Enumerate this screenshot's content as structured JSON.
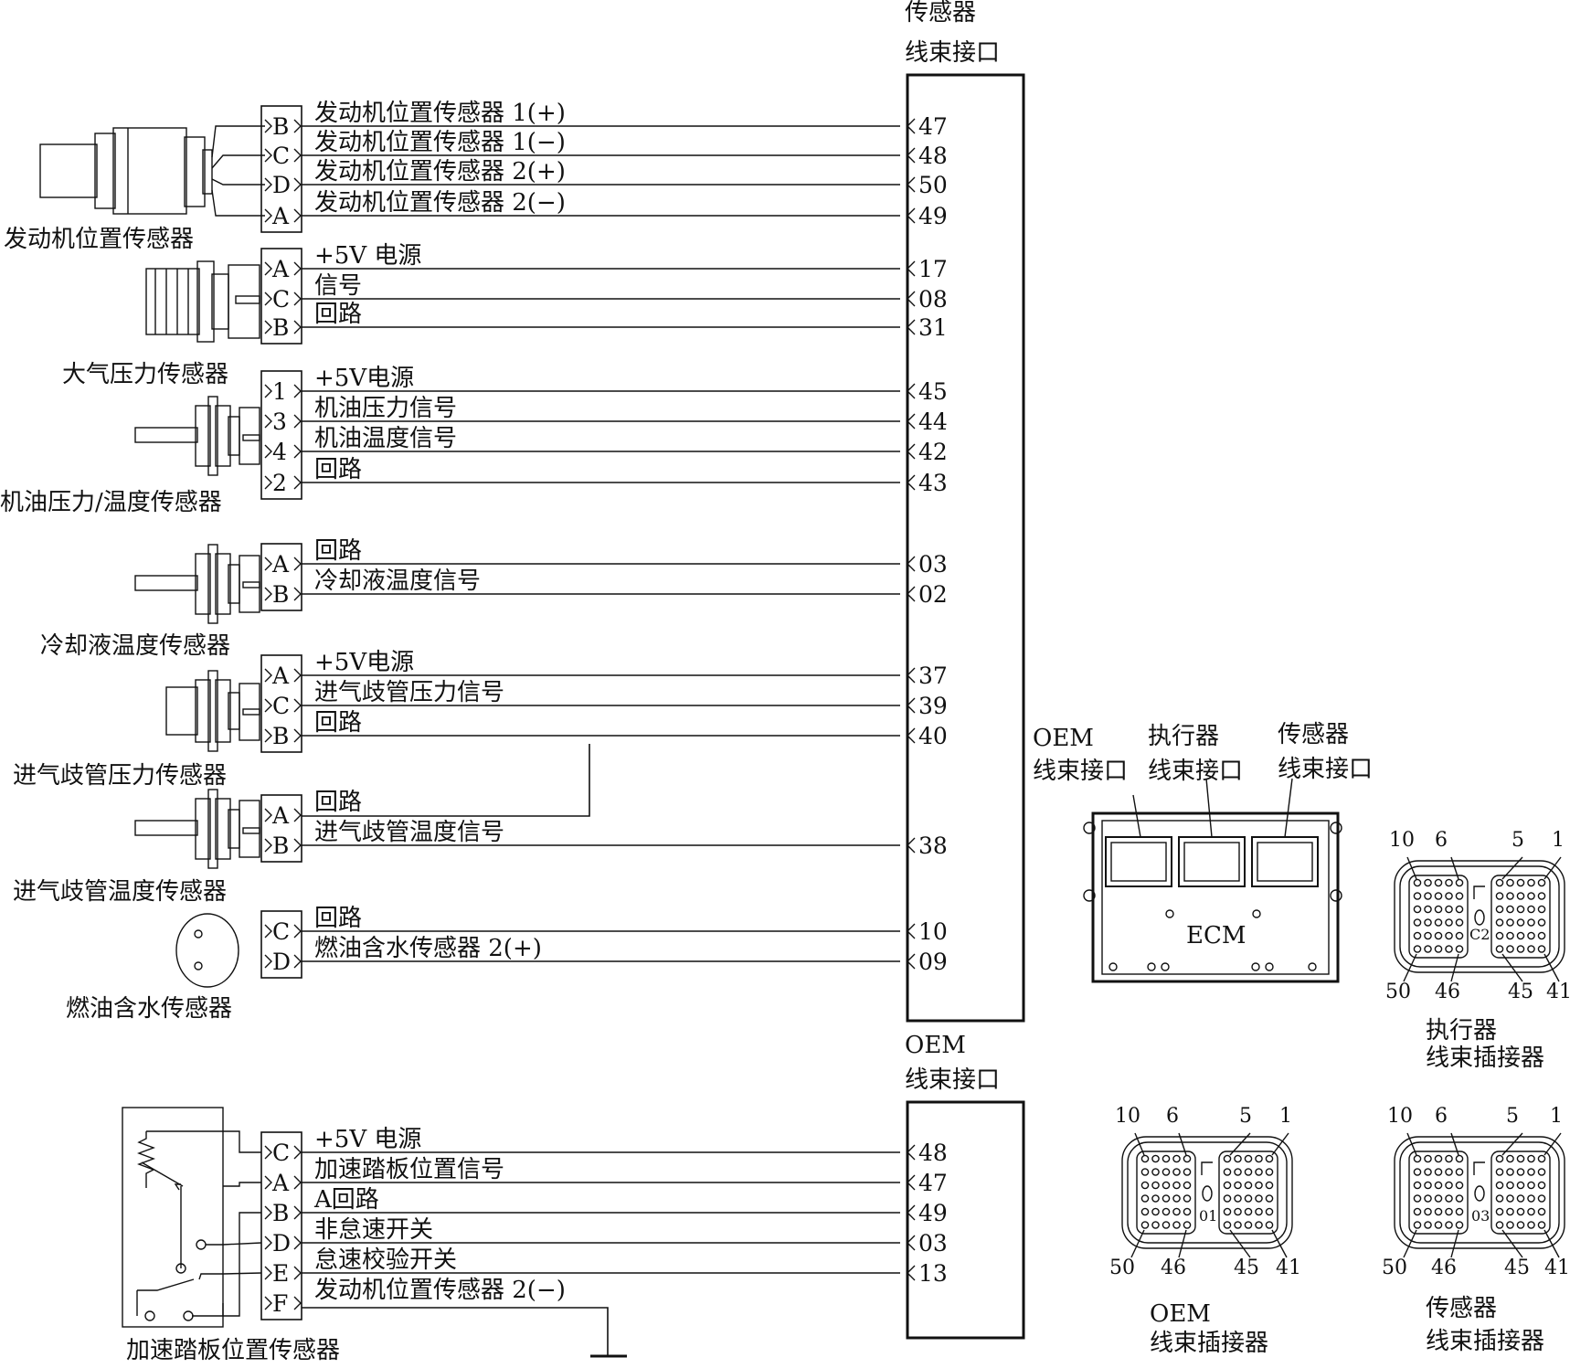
{
  "sensor_header": {
    "line1": "传感器",
    "line2": "线束接口"
  },
  "oem_header": {
    "line1": "OEM",
    "line2": "线束接口"
  },
  "sensors": [
    {
      "name": "发动机位置传感器",
      "wires": [
        {
          "port": "B",
          "label": "发动机位置传感器 1(+)",
          "pin": "47"
        },
        {
          "port": "C",
          "label": "发动机位置传感器 1(−)",
          "pin": "48"
        },
        {
          "port": "D",
          "label": "发动机位置传感器 2(+)",
          "pin": "50"
        },
        {
          "port": "A",
          "label": "发动机位置传感器 2(−)",
          "pin": "49"
        }
      ]
    },
    {
      "name": "大气压力传感器",
      "wires": [
        {
          "port": "A",
          "label": "+5V 电源",
          "pin": "17"
        },
        {
          "port": "C",
          "label": "信号",
          "pin": "08"
        },
        {
          "port": "B",
          "label": "回路",
          "pin": "31"
        }
      ]
    },
    {
      "name": "机油压力/温度传感器",
      "wires": [
        {
          "port": "1",
          "label": "+5V电源",
          "pin": "45"
        },
        {
          "port": "3",
          "label": "机油压力信号",
          "pin": "44"
        },
        {
          "port": "4",
          "label": "机油温度信号",
          "pin": "42"
        },
        {
          "port": "2",
          "label": "回路",
          "pin": "43"
        }
      ]
    },
    {
      "name": "冷却液温度传感器",
      "wires": [
        {
          "port": "A",
          "label": "回路",
          "pin": "03"
        },
        {
          "port": "B",
          "label": "冷却液温度信号",
          "pin": "02"
        }
      ]
    },
    {
      "name": "进气歧管压力传感器",
      "wires": [
        {
          "port": "A",
          "label": "+5V电源",
          "pin": "37"
        },
        {
          "port": "C",
          "label": "进气歧管压力信号",
          "pin": "39"
        },
        {
          "port": "B",
          "label": "回路",
          "pin": "40"
        }
      ]
    },
    {
      "name": "进气歧管温度传感器",
      "wires": [
        {
          "port": "A",
          "label": "回路",
          "pin": ""
        },
        {
          "port": "B",
          "label": "进气歧管温度信号",
          "pin": "38"
        }
      ]
    },
    {
      "name": "燃油含水传感器",
      "wires": [
        {
          "port": "C",
          "label": "回路",
          "pin": "10"
        },
        {
          "port": "D",
          "label": "燃油含水传感器 2(+)",
          "pin": "09"
        }
      ]
    }
  ],
  "pedal": {
    "name": "加速踏板位置传感器",
    "wires": [
      {
        "port": "C",
        "label": "+5V 电源",
        "pin": "48"
      },
      {
        "port": "A",
        "label": "加速踏板位置信号",
        "pin": "47"
      },
      {
        "port": "B",
        "label": "A回路",
        "pin": "49"
      },
      {
        "port": "D",
        "label": "非怠速开关",
        "pin": "03"
      },
      {
        "port": "E",
        "label": "怠速校验开关",
        "pin": "13"
      },
      {
        "port": "F",
        "label": "发动机位置传感器 2(−)",
        "pin": ""
      }
    ]
  },
  "ecm": {
    "label": "ECM",
    "ports": [
      {
        "line1": "OEM",
        "line2": "线束接口"
      },
      {
        "line1": "执行器",
        "line2": "线束接口"
      },
      {
        "line1": "传感器",
        "line2": "线束接口"
      }
    ]
  },
  "connectors": [
    {
      "title1": "执行器",
      "title2": "线束插接器",
      "code": "C2",
      "pins": [
        "10",
        "6",
        "5",
        "1",
        "50",
        "46",
        "45",
        "41"
      ]
    },
    {
      "title1": "OEM",
      "title2": "线束插接器",
      "code": "01",
      "pins": [
        "10",
        "6",
        "5",
        "1",
        "50",
        "46",
        "45",
        "41"
      ]
    },
    {
      "title1": "传感器",
      "title2": "线束插接器",
      "code": "03",
      "pins": [
        "10",
        "6",
        "5",
        "1",
        "50",
        "46",
        "45",
        "41"
      ]
    }
  ]
}
